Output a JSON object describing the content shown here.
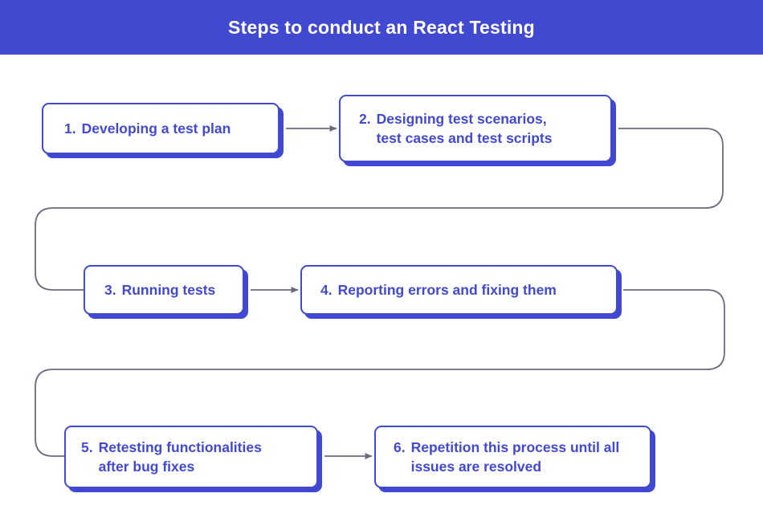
{
  "header": {
    "title": "Steps to conduct an React Testing",
    "background_color": "#4249d1",
    "text_color": "#ffffff"
  },
  "theme": {
    "accent_color": "#4249d1",
    "box_border_color": "#4249d1",
    "box_fill_color": "#ffffff",
    "connector_color": "#6b6b80",
    "page_background": "#ffffff"
  },
  "diagram": {
    "type": "flowchart",
    "flow_direction": "serpentine-left-to-right",
    "steps": [
      {
        "number": "1.",
        "line1": "Developing a test plan",
        "line2": ""
      },
      {
        "number": "2.",
        "line1": "Designing test scenarios,",
        "line2": "test cases and test scripts"
      },
      {
        "number": "3.",
        "line1": "Running tests",
        "line2": ""
      },
      {
        "number": "4.",
        "line1": "Reporting errors and fixing them",
        "line2": ""
      },
      {
        "number": "5.",
        "line1": "Retesting functionalities",
        "line2": "after bug fixes"
      },
      {
        "number": "6.",
        "line1": "Repetition this process until all",
        "line2": "issues are resolved"
      }
    ],
    "connectors": [
      {
        "from": "1",
        "to": "2",
        "style": "straight-arrow"
      },
      {
        "from": "2",
        "to": "3",
        "style": "wrap-right-down-left"
      },
      {
        "from": "3",
        "to": "4",
        "style": "straight-arrow"
      },
      {
        "from": "4",
        "to": "5",
        "style": "wrap-right-down-left"
      },
      {
        "from": "5",
        "to": "6",
        "style": "straight-arrow"
      }
    ]
  }
}
